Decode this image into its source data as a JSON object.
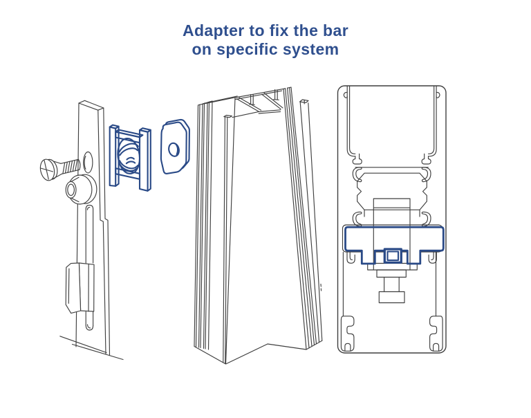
{
  "title": {
    "line1": "Adapter to fix the bar",
    "line2": "on specific system"
  },
  "colors": {
    "background": "#ffffff",
    "title_text": "#2f4f8e",
    "line_art": "#3f3f3f",
    "adapter_highlight": "#2a4a87"
  },
  "figures": [
    {
      "name": "fixing-screw-3d"
    },
    {
      "name": "flat-bar-3d"
    },
    {
      "name": "bar-adapter-3d"
    },
    {
      "name": "adapter-plate-3d"
    },
    {
      "name": "bar-profile-3d"
    },
    {
      "name": "system-profile-section"
    },
    {
      "name": "adapter-section"
    },
    {
      "name": "fixing-screw-section"
    }
  ]
}
